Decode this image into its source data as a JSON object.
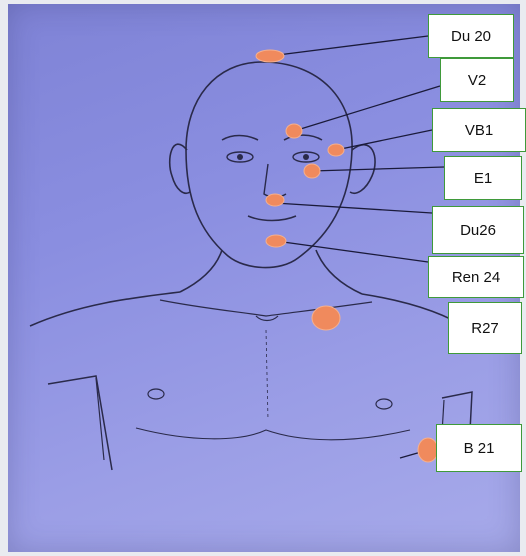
{
  "labels": {
    "du20": "Du 20",
    "v2": "V2",
    "vb1": "VB1",
    "e1": "E1",
    "du26": "Du26",
    "ren24": "Ren 24",
    "r27": "R27",
    "b21": "B 21"
  },
  "colors": {
    "point": "#f08a5d",
    "leader": "#1a1a3a",
    "label_border": "#3f9a3a"
  }
}
